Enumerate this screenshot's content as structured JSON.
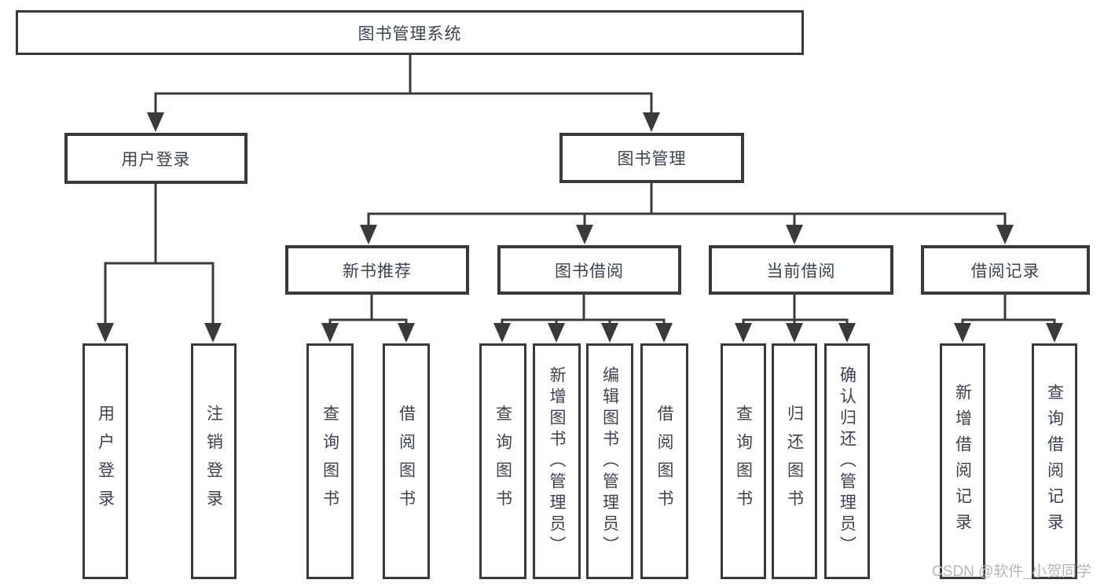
{
  "diagram": {
    "root": {
      "label": "图书管理系统"
    },
    "branches": [
      {
        "label": "用户登录",
        "children": [
          {
            "label": "用户登录"
          },
          {
            "label": "注销登录"
          }
        ]
      },
      {
        "label": "图书管理",
        "children": [
          {
            "label": "新书推荐",
            "children": [
              {
                "label": "查询图书"
              },
              {
                "label": "借阅图书"
              }
            ]
          },
          {
            "label": "图书借阅",
            "children": [
              {
                "label": "查询图书"
              },
              {
                "label": "新增图书（管理员）"
              },
              {
                "label": "编辑图书（管理员）"
              },
              {
                "label": "借阅图书"
              }
            ]
          },
          {
            "label": "当前借阅",
            "children": [
              {
                "label": "查询图书"
              },
              {
                "label": "归还图书"
              },
              {
                "label": "确认归还（管理员）"
              }
            ]
          },
          {
            "label": "借阅记录",
            "children": [
              {
                "label": "新增借阅记录"
              },
              {
                "label": "查询借阅记录"
              }
            ]
          }
        ]
      }
    ]
  },
  "watermark": {
    "text": "CSDN @软件_小贺同学"
  },
  "colors": {
    "line": "#3a3a3c",
    "text": "#3c4250",
    "watermark": "#b7b7b7",
    "canvas": "#ffffff"
  }
}
